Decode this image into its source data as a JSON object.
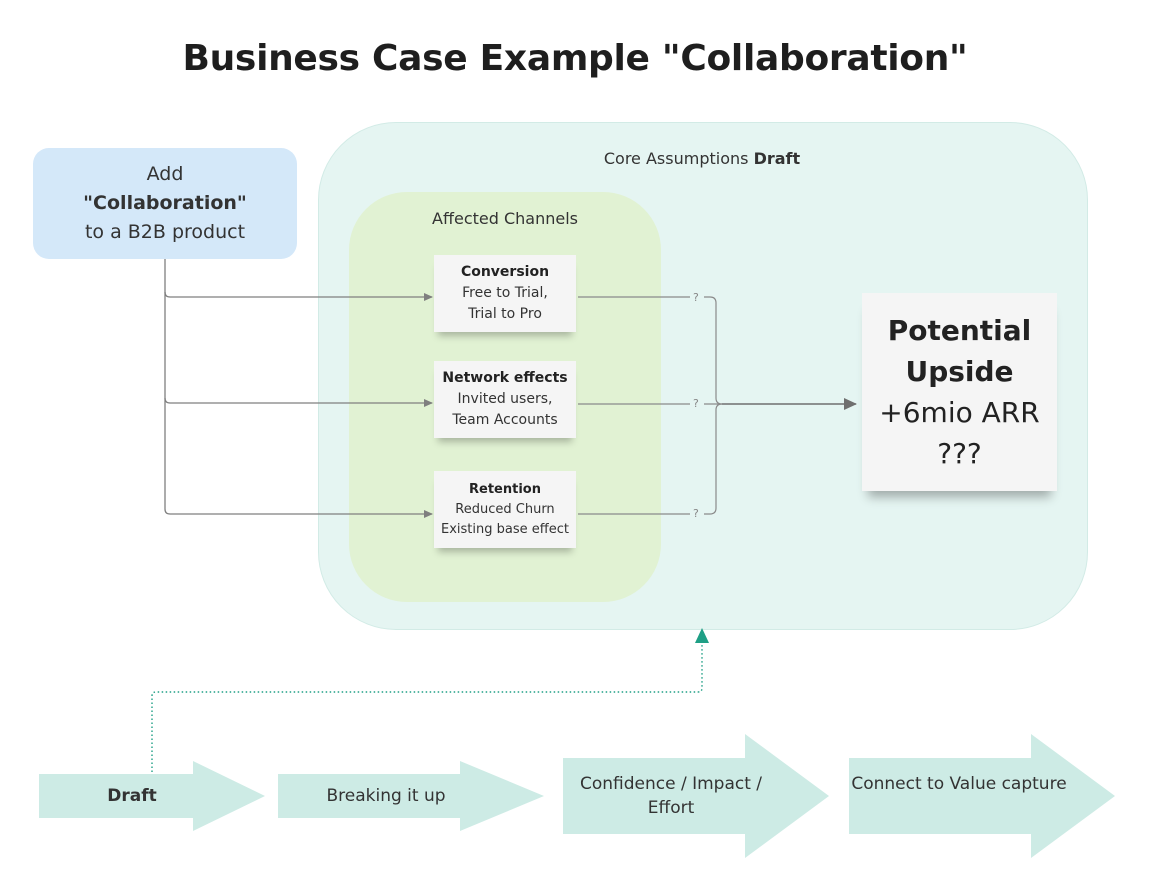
{
  "title": "Business Case Example \"Collaboration\"",
  "feature": {
    "line1": "Add",
    "line2": "\"Collaboration\"",
    "line3": "to a B2B product"
  },
  "core_assumptions": {
    "label_prefix": "Core Assumptions",
    "label_bold": "Draft"
  },
  "affected_channels": {
    "label": "Affected Channels",
    "items": [
      {
        "title": "Conversion",
        "line1": "Free to Trial,",
        "line2": "Trial to Pro"
      },
      {
        "title": "Network effects",
        "line1": "Invited users,",
        "line2": "Team Accounts"
      },
      {
        "title": "Retention",
        "line1": "Reduced Churn",
        "line2": "Existing base effect"
      }
    ],
    "question_mark": "?"
  },
  "upside": {
    "title_line1": "Potential",
    "title_line2": "Upside",
    "value": "+6mio ARR",
    "qualifier": "???"
  },
  "process_steps": [
    {
      "label": "Draft",
      "bold": true
    },
    {
      "label": "Breaking it up",
      "bold": false
    },
    {
      "label": "Confidence / Impact / Effort",
      "bold": false
    },
    {
      "label": "Connect to Value capture",
      "bold": false
    }
  ],
  "colors": {
    "core_bg": "#e5f5f2",
    "channels_bg": "#e1f2d3",
    "feature_bg": "#d4e8f9",
    "arrow_fill": "#cdebe5",
    "connector": "#7f7f7f",
    "draft_link": "#1f9f85"
  }
}
